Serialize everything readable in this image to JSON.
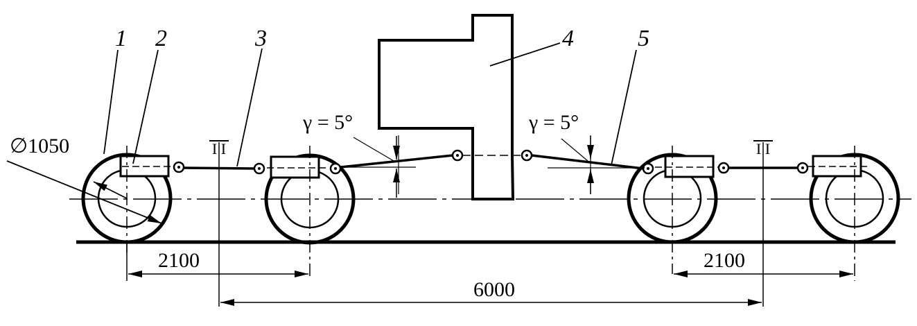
{
  "labels": {
    "wheel": "1",
    "axlebox": "2",
    "rod": "3",
    "body": "4",
    "link": "5",
    "diameter": "∅1050",
    "angle_left": "γ = 5°",
    "angle_right": "γ = 5°",
    "dim_left": "2100",
    "dim_right": "2100",
    "dim_total": "6000",
    "pivot_left": "I I",
    "pivot_right": "I I"
  }
}
